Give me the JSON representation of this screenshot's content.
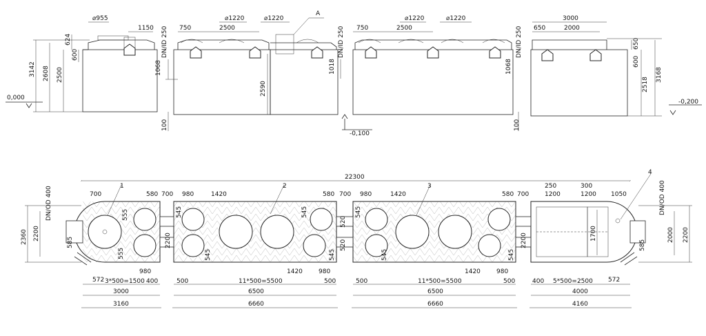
{
  "elevation": {
    "levels": {
      "left": "0,000",
      "mid": "-0,100",
      "right": "-0,200"
    },
    "heights": {
      "left": [
        "3142",
        "2608",
        "2500",
        "624",
        "600"
      ],
      "dn_label": "DN/ID 250",
      "s2": [
        "1068",
        "2590",
        "100"
      ],
      "s3": [
        "1018",
        "1068",
        "100"
      ],
      "right": [
        "3168",
        "2518",
        "650",
        "600"
      ]
    },
    "tops": {
      "t1": [
        "⌀955",
        "1150"
      ],
      "t2": [
        "750",
        "⌀1220",
        "2500",
        "⌀1220"
      ],
      "t3": [
        "750",
        "⌀1220",
        "2500",
        "⌀1220"
      ],
      "t4": [
        "3000",
        "650",
        "2000"
      ]
    },
    "callout": "A"
  },
  "plan": {
    "overall": "22300",
    "numbers": [
      "1",
      "2",
      "3",
      "4"
    ],
    "dn_label": "DN/OD 400",
    "s1": {
      "top": [
        "700",
        "580",
        "700"
      ],
      "side": [
        "2360",
        "2200",
        "555",
        "555",
        "585",
        "572"
      ],
      "bottom": [
        "980",
        "3*500=1500",
        "400",
        "3000",
        "3160"
      ]
    },
    "s2": {
      "top": [
        "980",
        "1420",
        "580",
        "700"
      ],
      "side": [
        "545",
        "545",
        "2200",
        "545",
        "520",
        "545"
      ],
      "bottom": [
        "1420",
        "980",
        "500",
        "11*500=5500",
        "500",
        "6500",
        "6660"
      ]
    },
    "s3": {
      "top": [
        "980",
        "1420",
        "580",
        "700"
      ],
      "side": [
        "545",
        "545",
        "520",
        "545",
        "2200"
      ],
      "bottom": [
        "1420",
        "980",
        "500",
        "11*500=5500",
        "500",
        "6500",
        "6660"
      ]
    },
    "s4": {
      "top": [
        "250",
        "300",
        "1200",
        "1200",
        "1050"
      ],
      "side": [
        "1700",
        "2000",
        "2200",
        "585",
        "572"
      ],
      "bottom": [
        "400",
        "5*500=2500",
        "4000",
        "4160"
      ]
    }
  }
}
